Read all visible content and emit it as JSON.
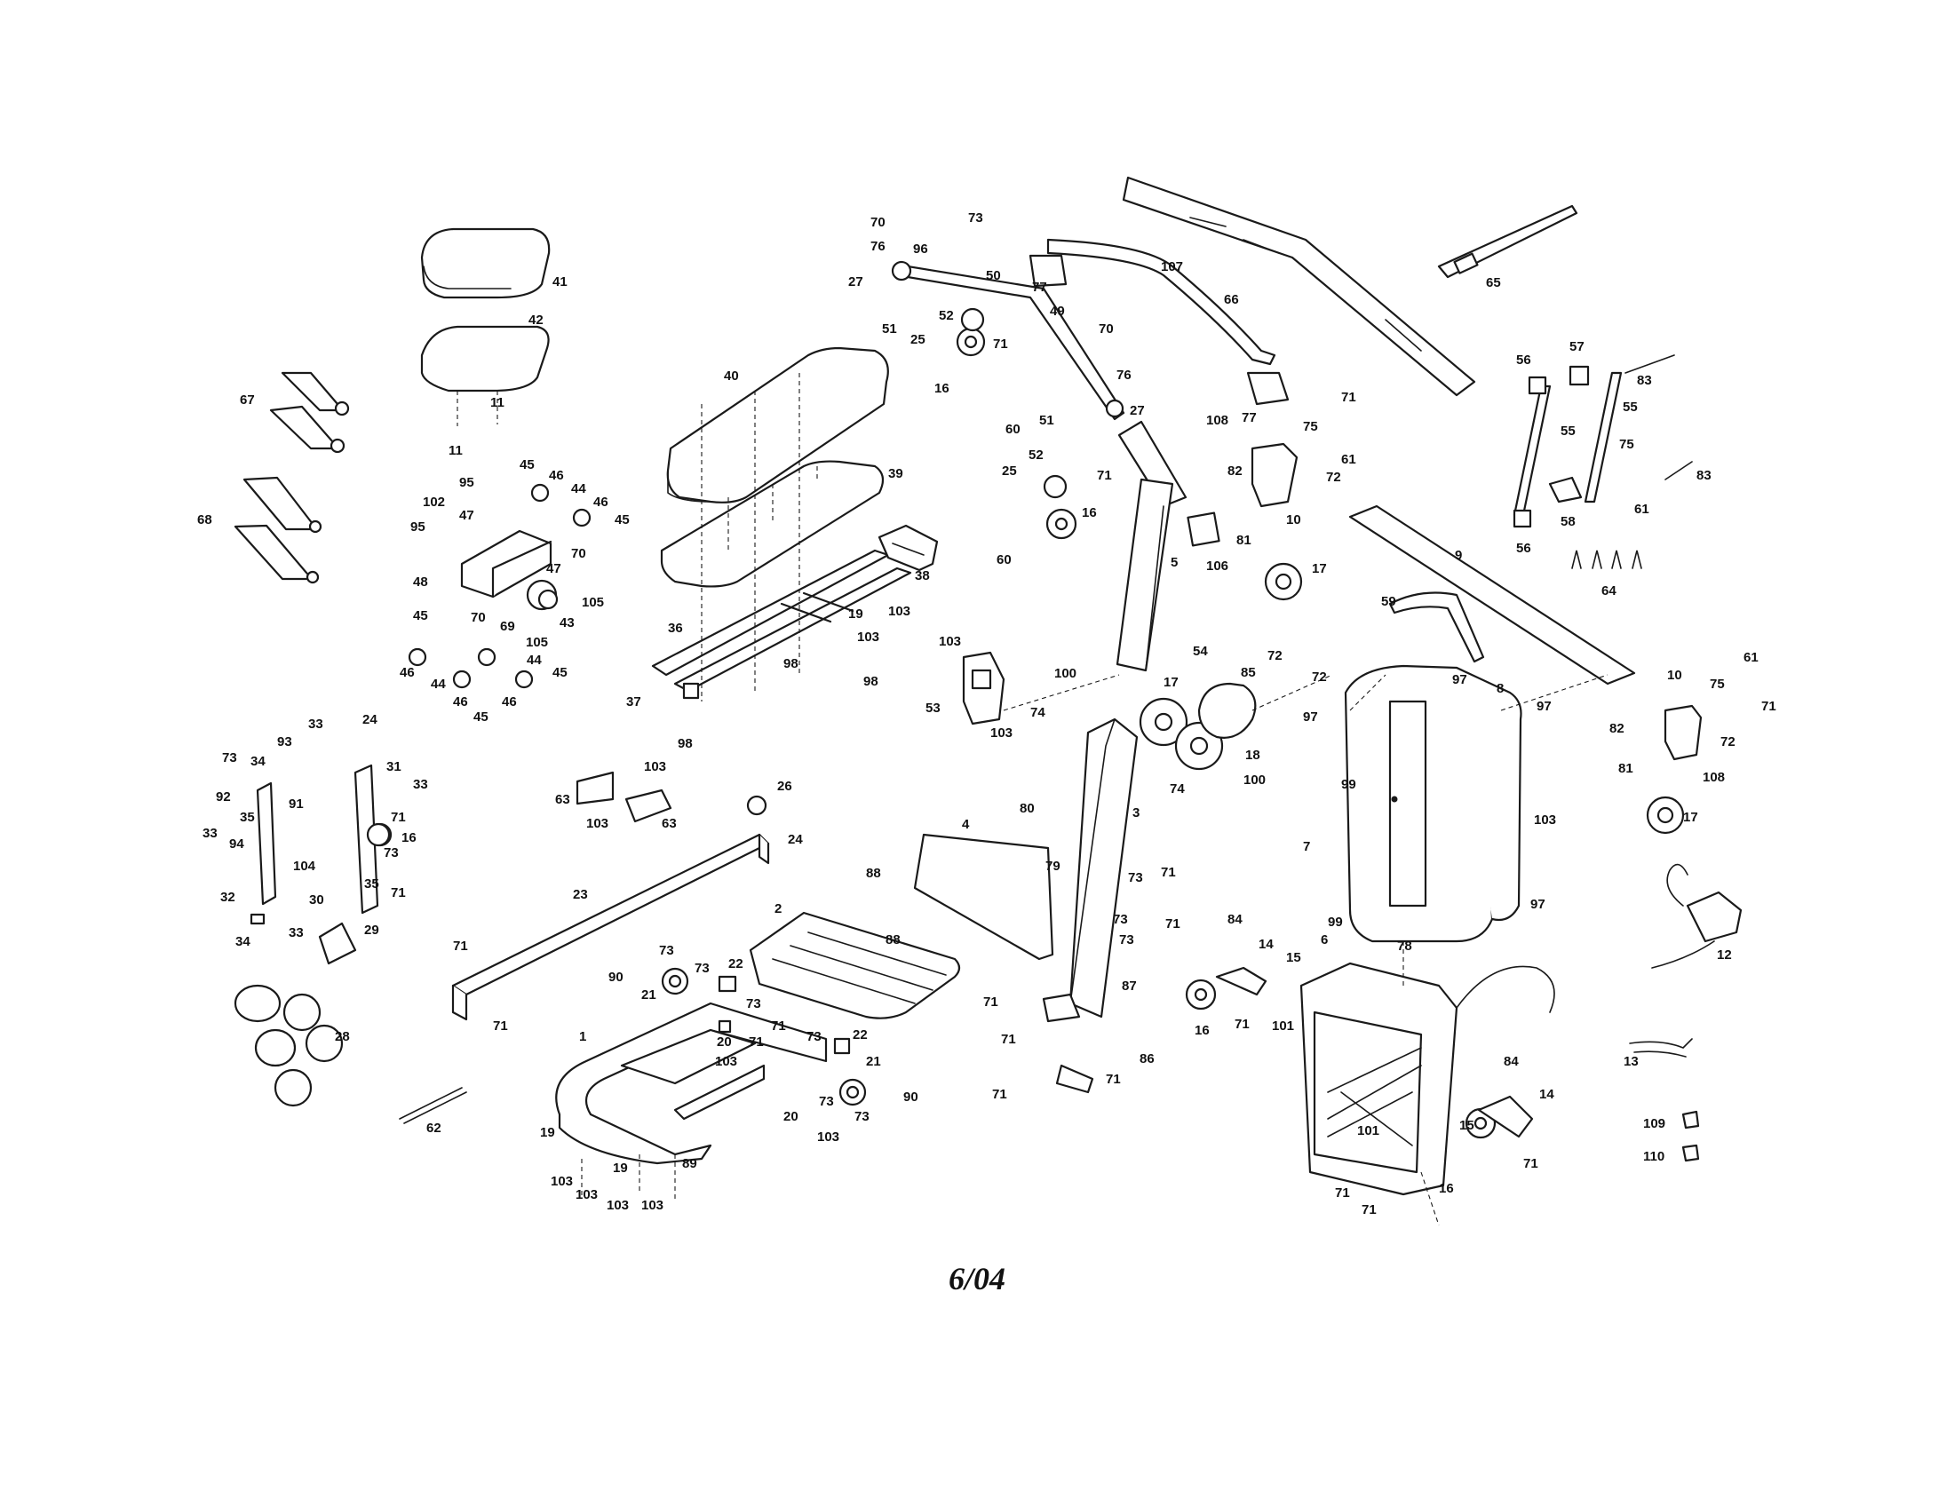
{
  "date_code": "6/04",
  "callouts": [
    {
      "id": "c41",
      "text": "41"
    },
    {
      "id": "c42",
      "text": "42"
    },
    {
      "id": "c11a",
      "text": "11"
    },
    {
      "id": "c11b",
      "text": "11"
    },
    {
      "id": "c67",
      "text": "67"
    },
    {
      "id": "c68",
      "text": "68"
    },
    {
      "id": "c40",
      "text": "40"
    },
    {
      "id": "c39",
      "text": "39"
    },
    {
      "id": "c38",
      "text": "38"
    },
    {
      "id": "c103a",
      "text": "103"
    },
    {
      "id": "c36",
      "text": "36"
    },
    {
      "id": "c19a",
      "text": "19"
    },
    {
      "id": "c103b",
      "text": "103"
    },
    {
      "id": "c98a",
      "text": "98"
    },
    {
      "id": "c98b",
      "text": "98"
    },
    {
      "id": "c37",
      "text": "37"
    },
    {
      "id": "c98c",
      "text": "98"
    },
    {
      "id": "c45a",
      "text": "45"
    },
    {
      "id": "c46a",
      "text": "46"
    },
    {
      "id": "c44a",
      "text": "44"
    },
    {
      "id": "c46b",
      "text": "46"
    },
    {
      "id": "c45b",
      "text": "45"
    },
    {
      "id": "c95a",
      "text": "95"
    },
    {
      "id": "c102",
      "text": "102"
    },
    {
      "id": "c47a",
      "text": "47"
    },
    {
      "id": "c95b",
      "text": "95"
    },
    {
      "id": "c48",
      "text": "48"
    },
    {
      "id": "c70a",
      "text": "70"
    },
    {
      "id": "c47b",
      "text": "47"
    },
    {
      "id": "c70b",
      "text": "70"
    },
    {
      "id": "c69",
      "text": "69"
    },
    {
      "id": "c105a",
      "text": "105"
    },
    {
      "id": "c43",
      "text": "43"
    },
    {
      "id": "c105b",
      "text": "105"
    },
    {
      "id": "c45c",
      "text": "45"
    },
    {
      "id": "c46c",
      "text": "46"
    },
    {
      "id": "c44b",
      "text": "44"
    },
    {
      "id": "c44c",
      "text": "44"
    },
    {
      "id": "c45d",
      "text": "45"
    },
    {
      "id": "c46d",
      "text": "46"
    },
    {
      "id": "c46e",
      "text": "46"
    },
    {
      "id": "c45e",
      "text": "45"
    },
    {
      "id": "c73a",
      "text": "73"
    },
    {
      "id": "c92",
      "text": "92"
    },
    {
      "id": "c34a",
      "text": "34"
    },
    {
      "id": "c93",
      "text": "93"
    },
    {
      "id": "c33a",
      "text": "33"
    },
    {
      "id": "c24a",
      "text": "24"
    },
    {
      "id": "c31",
      "text": "31"
    },
    {
      "id": "c33b",
      "text": "33"
    },
    {
      "id": "c35a",
      "text": "35"
    },
    {
      "id": "c91",
      "text": "91"
    },
    {
      "id": "c33c",
      "text": "33"
    },
    {
      "id": "c94",
      "text": "94"
    },
    {
      "id": "c71a",
      "text": "71"
    },
    {
      "id": "c16a",
      "text": "16"
    },
    {
      "id": "c73b",
      "text": "73"
    },
    {
      "id": "c104",
      "text": "104"
    },
    {
      "id": "c35b",
      "text": "35"
    },
    {
      "id": "c71b",
      "text": "71"
    },
    {
      "id": "c32",
      "text": "32"
    },
    {
      "id": "c30",
      "text": "30"
    },
    {
      "id": "c33d",
      "text": "33"
    },
    {
      "id": "c34b",
      "text": "34"
    },
    {
      "id": "c29",
      "text": "29"
    },
    {
      "id": "c28",
      "text": "28"
    },
    {
      "id": "c62",
      "text": "62"
    },
    {
      "id": "c63a",
      "text": "63"
    },
    {
      "id": "c103c",
      "text": "103"
    },
    {
      "id": "c103d",
      "text": "103"
    },
    {
      "id": "c63b",
      "text": "63"
    },
    {
      "id": "c26",
      "text": "26"
    },
    {
      "id": "c24b",
      "text": "24"
    },
    {
      "id": "c23",
      "text": "23"
    },
    {
      "id": "c71c",
      "text": "71"
    },
    {
      "id": "c71d",
      "text": "71"
    },
    {
      "id": "c90a",
      "text": "90"
    },
    {
      "id": "c73c",
      "text": "73"
    },
    {
      "id": "c21a",
      "text": "21"
    },
    {
      "id": "c73d",
      "text": "73"
    },
    {
      "id": "c22a",
      "text": "22"
    },
    {
      "id": "c2",
      "text": "2"
    },
    {
      "id": "c73e",
      "text": "73"
    },
    {
      "id": "c71e",
      "text": "71"
    },
    {
      "id": "c20a",
      "text": "20"
    },
    {
      "id": "c103e",
      "text": "103"
    },
    {
      "id": "c71f",
      "text": "71"
    },
    {
      "id": "c73f",
      "text": "73"
    },
    {
      "id": "c22b",
      "text": "22"
    },
    {
      "id": "c21b",
      "text": "21"
    },
    {
      "id": "c1",
      "text": "1"
    },
    {
      "id": "c20b",
      "text": "20"
    },
    {
      "id": "c73g",
      "text": "73"
    },
    {
      "id": "c103f",
      "text": "103"
    },
    {
      "id": "c73h",
      "text": "73"
    },
    {
      "id": "c90b",
      "text": "90"
    },
    {
      "id": "c19b",
      "text": "19"
    },
    {
      "id": "c103g",
      "text": "103"
    },
    {
      "id": "c19c",
      "text": "19"
    },
    {
      "id": "c89",
      "text": "89"
    },
    {
      "id": "c103h",
      "text": "103"
    },
    {
      "id": "c103i",
      "text": "103"
    },
    {
      "id": "c103j",
      "text": "103"
    },
    {
      "id": "c70c",
      "text": "70"
    },
    {
      "id": "c73i",
      "text": "73"
    },
    {
      "id": "c76a",
      "text": "76"
    },
    {
      "id": "c96",
      "text": "96"
    },
    {
      "id": "c27a",
      "text": "27"
    },
    {
      "id": "c50",
      "text": "50"
    },
    {
      "id": "c77a",
      "text": "77"
    },
    {
      "id": "c107",
      "text": "107"
    },
    {
      "id": "c66",
      "text": "66"
    },
    {
      "id": "c65",
      "text": "65"
    },
    {
      "id": "c49",
      "text": "49"
    },
    {
      "id": "c51a",
      "text": "51"
    },
    {
      "id": "c52a",
      "text": "52"
    },
    {
      "id": "c25a",
      "text": "25"
    },
    {
      "id": "c71g",
      "text": "71"
    },
    {
      "id": "c70d",
      "text": "70"
    },
    {
      "id": "c76b",
      "text": "76"
    },
    {
      "id": "c16b",
      "text": "16"
    },
    {
      "id": "c60a",
      "text": "60"
    },
    {
      "id": "c27b",
      "text": "27"
    },
    {
      "id": "c77b",
      "text": "77"
    },
    {
      "id": "c51b",
      "text": "51"
    },
    {
      "id": "c52b",
      "text": "52"
    },
    {
      "id": "c71h",
      "text": "71"
    },
    {
      "id": "c25b",
      "text": "25"
    },
    {
      "id": "c16c",
      "text": "16"
    },
    {
      "id": "c60b",
      "text": "60"
    },
    {
      "id": "c5",
      "text": "5"
    },
    {
      "id": "c106",
      "text": "106"
    },
    {
      "id": "c108a",
      "text": "108"
    },
    {
      "id": "c75a",
      "text": "75"
    },
    {
      "id": "c71i",
      "text": "71"
    },
    {
      "id": "c61a",
      "text": "61"
    },
    {
      "id": "c82a",
      "text": "82"
    },
    {
      "id": "c72a",
      "text": "72"
    },
    {
      "id": "c81a",
      "text": "81"
    },
    {
      "id": "c10a",
      "text": "10"
    },
    {
      "id": "c17a",
      "text": "17"
    },
    {
      "id": "c56a",
      "text": "56"
    },
    {
      "id": "c57",
      "text": "57"
    },
    {
      "id": "c83a",
      "text": "83"
    },
    {
      "id": "c55a",
      "text": "55"
    },
    {
      "id": "c55b",
      "text": "55"
    },
    {
      "id": "c75b",
      "text": "75"
    },
    {
      "id": "c83b",
      "text": "83"
    },
    {
      "id": "c58",
      "text": "58"
    },
    {
      "id": "c61b",
      "text": "61"
    },
    {
      "id": "c56b",
      "text": "56"
    },
    {
      "id": "c9",
      "text": "9"
    },
    {
      "id": "c64",
      "text": "64"
    },
    {
      "id": "c59",
      "text": "59"
    },
    {
      "id": "c97a",
      "text": "97"
    },
    {
      "id": "c8",
      "text": "8"
    },
    {
      "id": "c97b",
      "text": "97"
    },
    {
      "id": "c10b",
      "text": "10"
    },
    {
      "id": "c61c",
      "text": "61"
    },
    {
      "id": "c75c",
      "text": "75"
    },
    {
      "id": "c71j",
      "text": "71"
    },
    {
      "id": "c82b",
      "text": "82"
    },
    {
      "id": "c72b",
      "text": "72"
    },
    {
      "id": "c81b",
      "text": "81"
    },
    {
      "id": "c108b",
      "text": "108"
    },
    {
      "id": "c17b",
      "text": "17"
    },
    {
      "id": "c103k",
      "text": "103"
    },
    {
      "id": "c97c",
      "text": "97"
    },
    {
      "id": "c99a",
      "text": "99"
    },
    {
      "id": "c7",
      "text": "7"
    },
    {
      "id": "c99b",
      "text": "99"
    },
    {
      "id": "c97d",
      "text": "97"
    },
    {
      "id": "c12",
      "text": "12"
    },
    {
      "id": "c103l",
      "text": "103"
    },
    {
      "id": "c53",
      "text": "53"
    },
    {
      "id": "c103m",
      "text": "103"
    },
    {
      "id": "c54",
      "text": "54"
    },
    {
      "id": "c72c",
      "text": "72"
    },
    {
      "id": "c100a",
      "text": "100"
    },
    {
      "id": "c85",
      "text": "85"
    },
    {
      "id": "c72d",
      "text": "72"
    },
    {
      "id": "c17c",
      "text": "17"
    },
    {
      "id": "c74a",
      "text": "74"
    },
    {
      "id": "c18",
      "text": "18"
    },
    {
      "id": "c80",
      "text": "80"
    },
    {
      "id": "c74b",
      "text": "74"
    },
    {
      "id": "c100b",
      "text": "100"
    },
    {
      "id": "c3",
      "text": "3"
    },
    {
      "id": "c4",
      "text": "4"
    },
    {
      "id": "c88a",
      "text": "88"
    },
    {
      "id": "c79",
      "text": "79"
    },
    {
      "id": "c73j",
      "text": "73"
    },
    {
      "id": "c71k",
      "text": "71"
    },
    {
      "id": "c88b",
      "text": "88"
    },
    {
      "id": "c73k",
      "text": "73"
    },
    {
      "id": "c73l",
      "text": "73"
    },
    {
      "id": "c71l",
      "text": "71"
    },
    {
      "id": "c84a",
      "text": "84"
    },
    {
      "id": "c14a",
      "text": "14"
    },
    {
      "id": "c15a",
      "text": "15"
    },
    {
      "id": "c6",
      "text": "6"
    },
    {
      "id": "c78",
      "text": "78"
    },
    {
      "id": "c71m",
      "text": "71"
    },
    {
      "id": "c16d",
      "text": "16"
    },
    {
      "id": "c71n",
      "text": "71"
    },
    {
      "id": "c101a",
      "text": "101"
    },
    {
      "id": "c71o",
      "text": "71"
    },
    {
      "id": "c87",
      "text": "87"
    },
    {
      "id": "c86",
      "text": "86"
    },
    {
      "id": "c71p",
      "text": "71"
    },
    {
      "id": "c71q",
      "text": "71"
    },
    {
      "id": "c101b",
      "text": "101"
    },
    {
      "id": "c84b",
      "text": "84"
    },
    {
      "id": "c14b",
      "text": "14"
    },
    {
      "id": "c15b",
      "text": "15"
    },
    {
      "id": "c16e",
      "text": "16"
    },
    {
      "id": "c71r",
      "text": "71"
    },
    {
      "id": "c71s",
      "text": "71"
    },
    {
      "id": "c71t",
      "text": "71"
    },
    {
      "id": "c13",
      "text": "13"
    },
    {
      "id": "c109",
      "text": "109"
    },
    {
      "id": "c110",
      "text": "110"
    }
  ]
}
